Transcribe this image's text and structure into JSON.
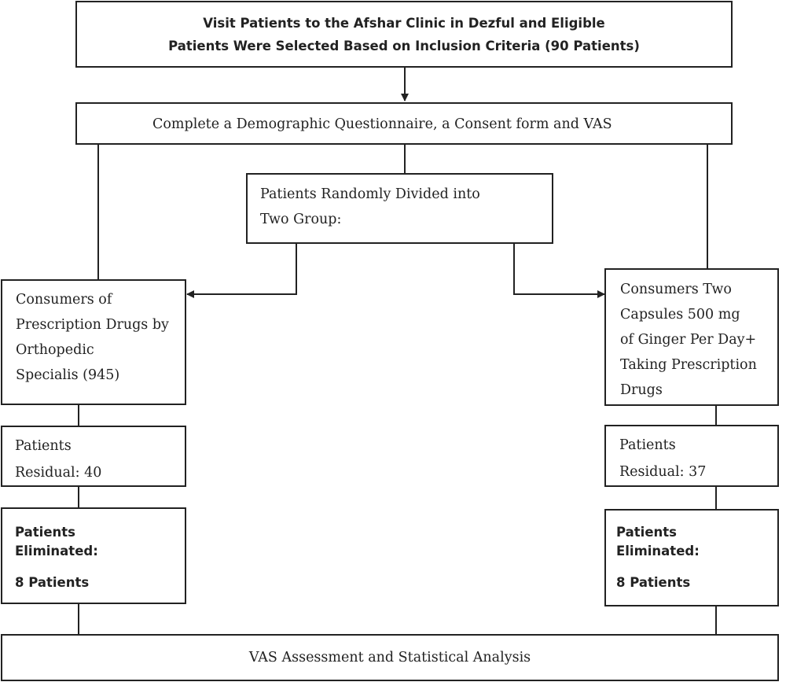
{
  "flowchart": {
    "start": {
      "line1": "Visit Patients to the Afshar Clinic in Dezful and Eligible",
      "line2": "Patients Were Selected Based on Inclusion Criteria (90 Patients)"
    },
    "questionnaire": "Complete a Demographic Questionnaire, a Consent form and VAS",
    "randomization": {
      "line1": "Patients Randomly Divided into",
      "line2": "Two Group:"
    },
    "left_group": {
      "arm": [
        "Consumers of",
        "Prescription Drugs by",
        "Orthopedic",
        "Specialis (945)"
      ],
      "residual": [
        "Patients",
        "Residual: 40"
      ],
      "eliminated": [
        "Patients",
        "Eliminated:",
        "8 Patients"
      ]
    },
    "right_group": {
      "arm": [
        "Consumers Two",
        "Capsules 500 mg",
        "of Ginger Per Day+",
        "Taking Prescription",
        "Drugs"
      ],
      "residual": [
        "Patients",
        "Residual: 37"
      ],
      "eliminated": [
        "Patients",
        "Eliminated:",
        "8 Patients"
      ]
    },
    "final": "VAS Assessment and Statistical Analysis"
  }
}
